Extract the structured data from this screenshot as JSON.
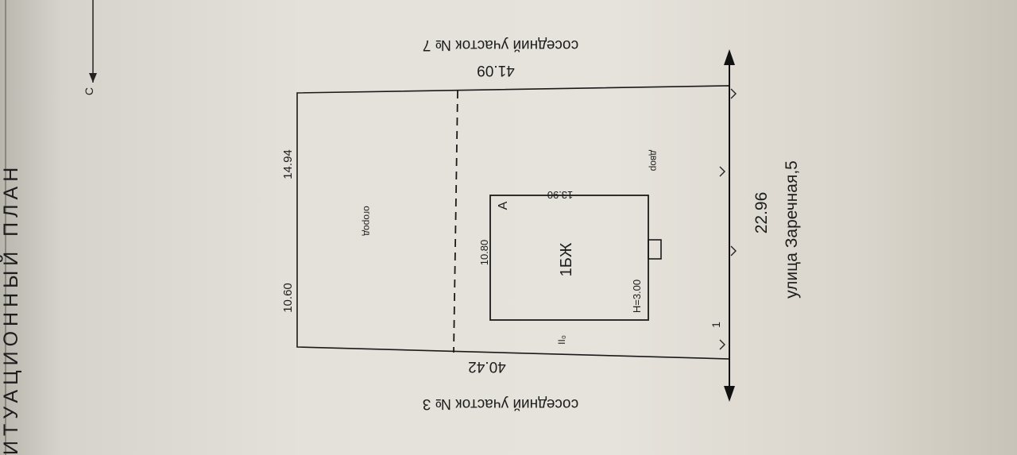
{
  "document": {
    "title": "ИТУАЦИОННЫЙ ПЛАН",
    "north_marker": "С",
    "neighbor_top": "соседний участок № 7",
    "neighbor_bottom": "соседний участок № 3",
    "street": "улица Заречная,5"
  },
  "plot": {
    "dim_top": "41.09",
    "dim_bottom": "40.42",
    "dim_street": "22.96",
    "dim_left_1": "10.60",
    "dim_left_2": "14.94"
  },
  "zones": {
    "garden": "огород",
    "yard": "двор"
  },
  "building": {
    "label": "1БЖ",
    "height": "Н=3.00",
    "dim_side": "10.80",
    "dim_front": "13.90",
    "corner_mark": "А"
  },
  "markers": {
    "point_1": "1",
    "entrance_mark": "II₀"
  }
}
